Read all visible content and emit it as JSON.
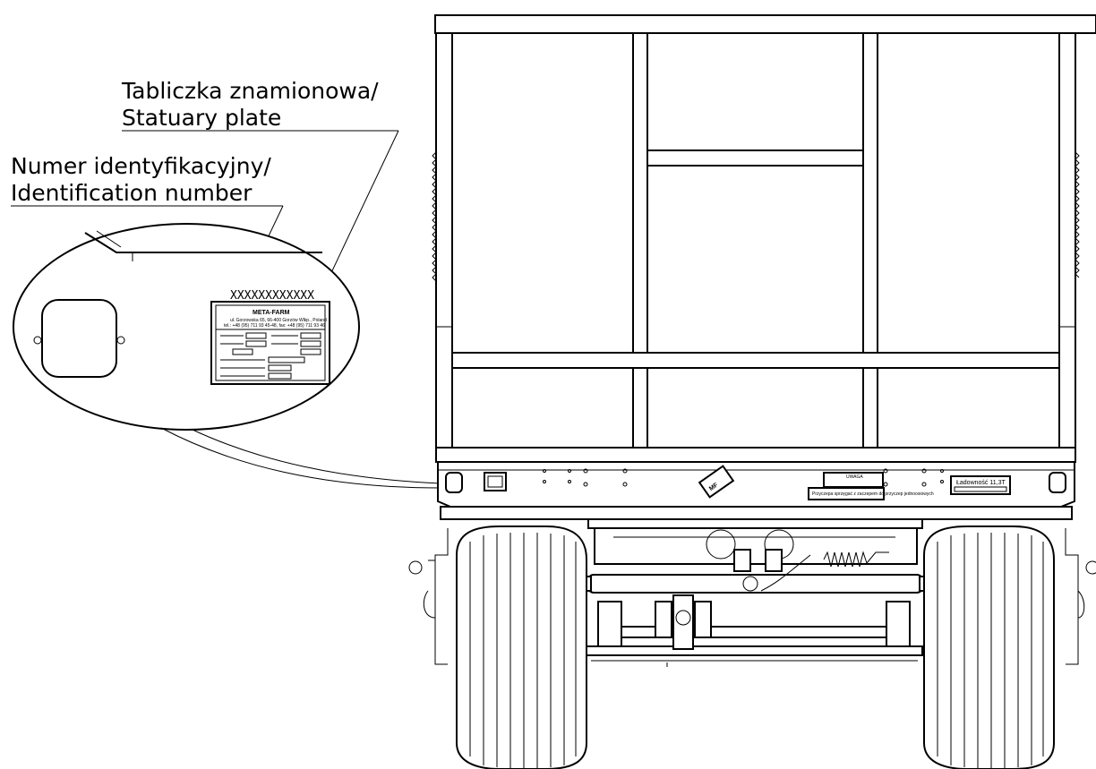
{
  "callouts": {
    "plate_pl": "Tabliczka znamionowa/",
    "plate_en": "Statuary plate",
    "idnum_pl": "Numer identyfikacyjny/",
    "idnum_en": "Identification number"
  },
  "detail": {
    "id_placeholder": "XXXXXXXXXXXX",
    "plate_logo": "META-FARM",
    "plate_address_1": "ul. Gorzowska 65, 66-400 Gorzów Wlkp., Poland",
    "plate_address_2": "tel.: +48 (95) 711 93 45-48, fax: +48 (95) 711 93 46"
  },
  "trailer": {
    "capacity_label": "Ładowność 11,3T",
    "warning_title": "UWAGA",
    "warning_body": "Przyczepa sprzęgać z zaczepem do przyczep jednoosiowych",
    "mf_logo": "MF"
  }
}
